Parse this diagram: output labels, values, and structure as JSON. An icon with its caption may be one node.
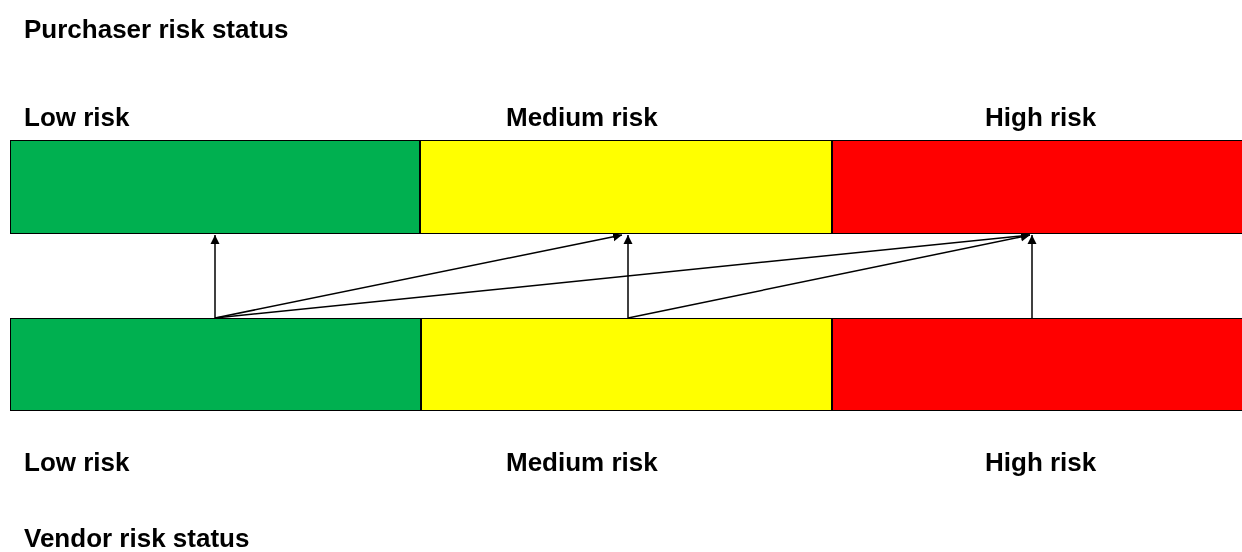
{
  "diagram": {
    "nodes": [
      {
        "text": [
          "Low risk"
        ]
      },
      {
        "text": [
          "Medium risk"
        ]
      },
      {
        "text": [
          "High risk"
        ]
      },
      {
        "text": [
          "Low risk"
        ]
      },
      {
        "text": [
          "Medium risk"
        ]
      },
      {
        "text": [
          "High risk"
        ]
      }
    ],
    "edges": [
      {
        "from": 3,
        "to": 0,
        "arrow": "to"
      },
      {
        "from": 3,
        "to": 1,
        "arrow": "to"
      },
      {
        "from": 3,
        "to": 2,
        "arrow": "to"
      },
      {
        "from": 4,
        "to": 1,
        "arrow": "to"
      },
      {
        "from": 4,
        "to": 2,
        "arrow": "to"
      },
      {
        "from": 5,
        "to": 2,
        "arrow": "to"
      }
    ],
    "labels": [
      "Purchaser risk status",
      "Vendor risk status"
    ]
  }
}
